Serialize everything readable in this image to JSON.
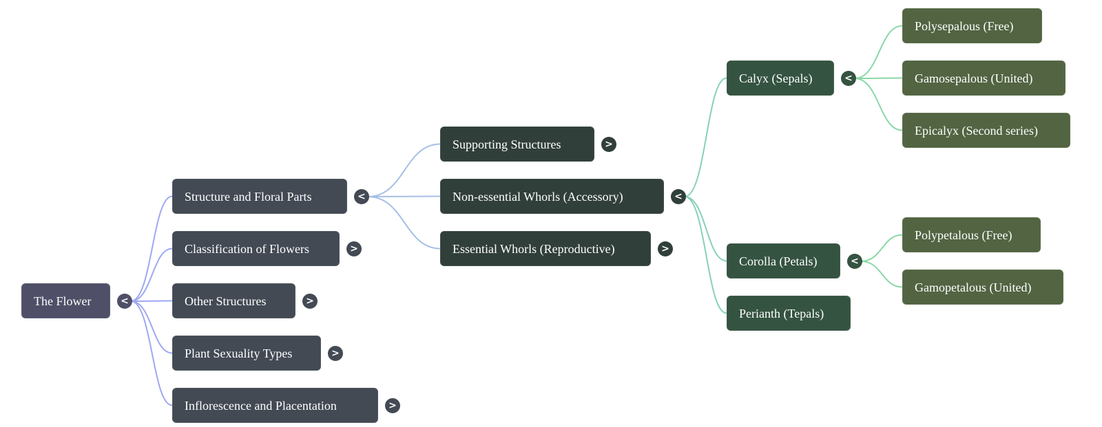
{
  "colors": {
    "link_root": "#9ea8f2",
    "link_level1": "#a6bfe4",
    "link_level2": "#86d0bc",
    "link_level3": "#8ad8a6",
    "node_root": "#4f5068",
    "node_level1": "#434a54",
    "node_level2": "#313f3a",
    "node_level3": "#355341",
    "node_level4": "#526442"
  },
  "icons": {
    "collapse": "chevron-left-icon",
    "expand": "chevron-right-icon"
  },
  "mindmap": {
    "root": {
      "label": "The Flower",
      "toggle": "<",
      "expanded": true
    },
    "level1": [
      {
        "label": "Structure and Floral Parts",
        "toggle": "<",
        "expanded": true
      },
      {
        "label": "Classification of Flowers",
        "toggle": ">",
        "expanded": false
      },
      {
        "label": "Other Structures",
        "toggle": ">",
        "expanded": false
      },
      {
        "label": "Plant Sexuality Types",
        "toggle": ">",
        "expanded": false
      },
      {
        "label": "Inflorescence and Placentation",
        "toggle": ">",
        "expanded": false
      }
    ],
    "level2": [
      {
        "label": "Supporting Structures",
        "toggle": ">",
        "expanded": false
      },
      {
        "label": "Non-essential Whorls (Accessory)",
        "toggle": "<",
        "expanded": true
      },
      {
        "label": "Essential Whorls (Reproductive)",
        "toggle": ">",
        "expanded": false
      }
    ],
    "level3": [
      {
        "label": "Calyx (Sepals)",
        "toggle": "<",
        "expanded": true
      },
      {
        "label": "Corolla (Petals)",
        "toggle": "<",
        "expanded": true
      },
      {
        "label": "Perianth (Tepals)"
      }
    ],
    "calyx_children": [
      {
        "label": "Polysepalous (Free)"
      },
      {
        "label": "Gamosepalous (United)"
      },
      {
        "label": "Epicalyx (Second series)"
      }
    ],
    "corolla_children": [
      {
        "label": "Polypetalous (Free)"
      },
      {
        "label": "Gamopetalous (United)"
      }
    ]
  }
}
